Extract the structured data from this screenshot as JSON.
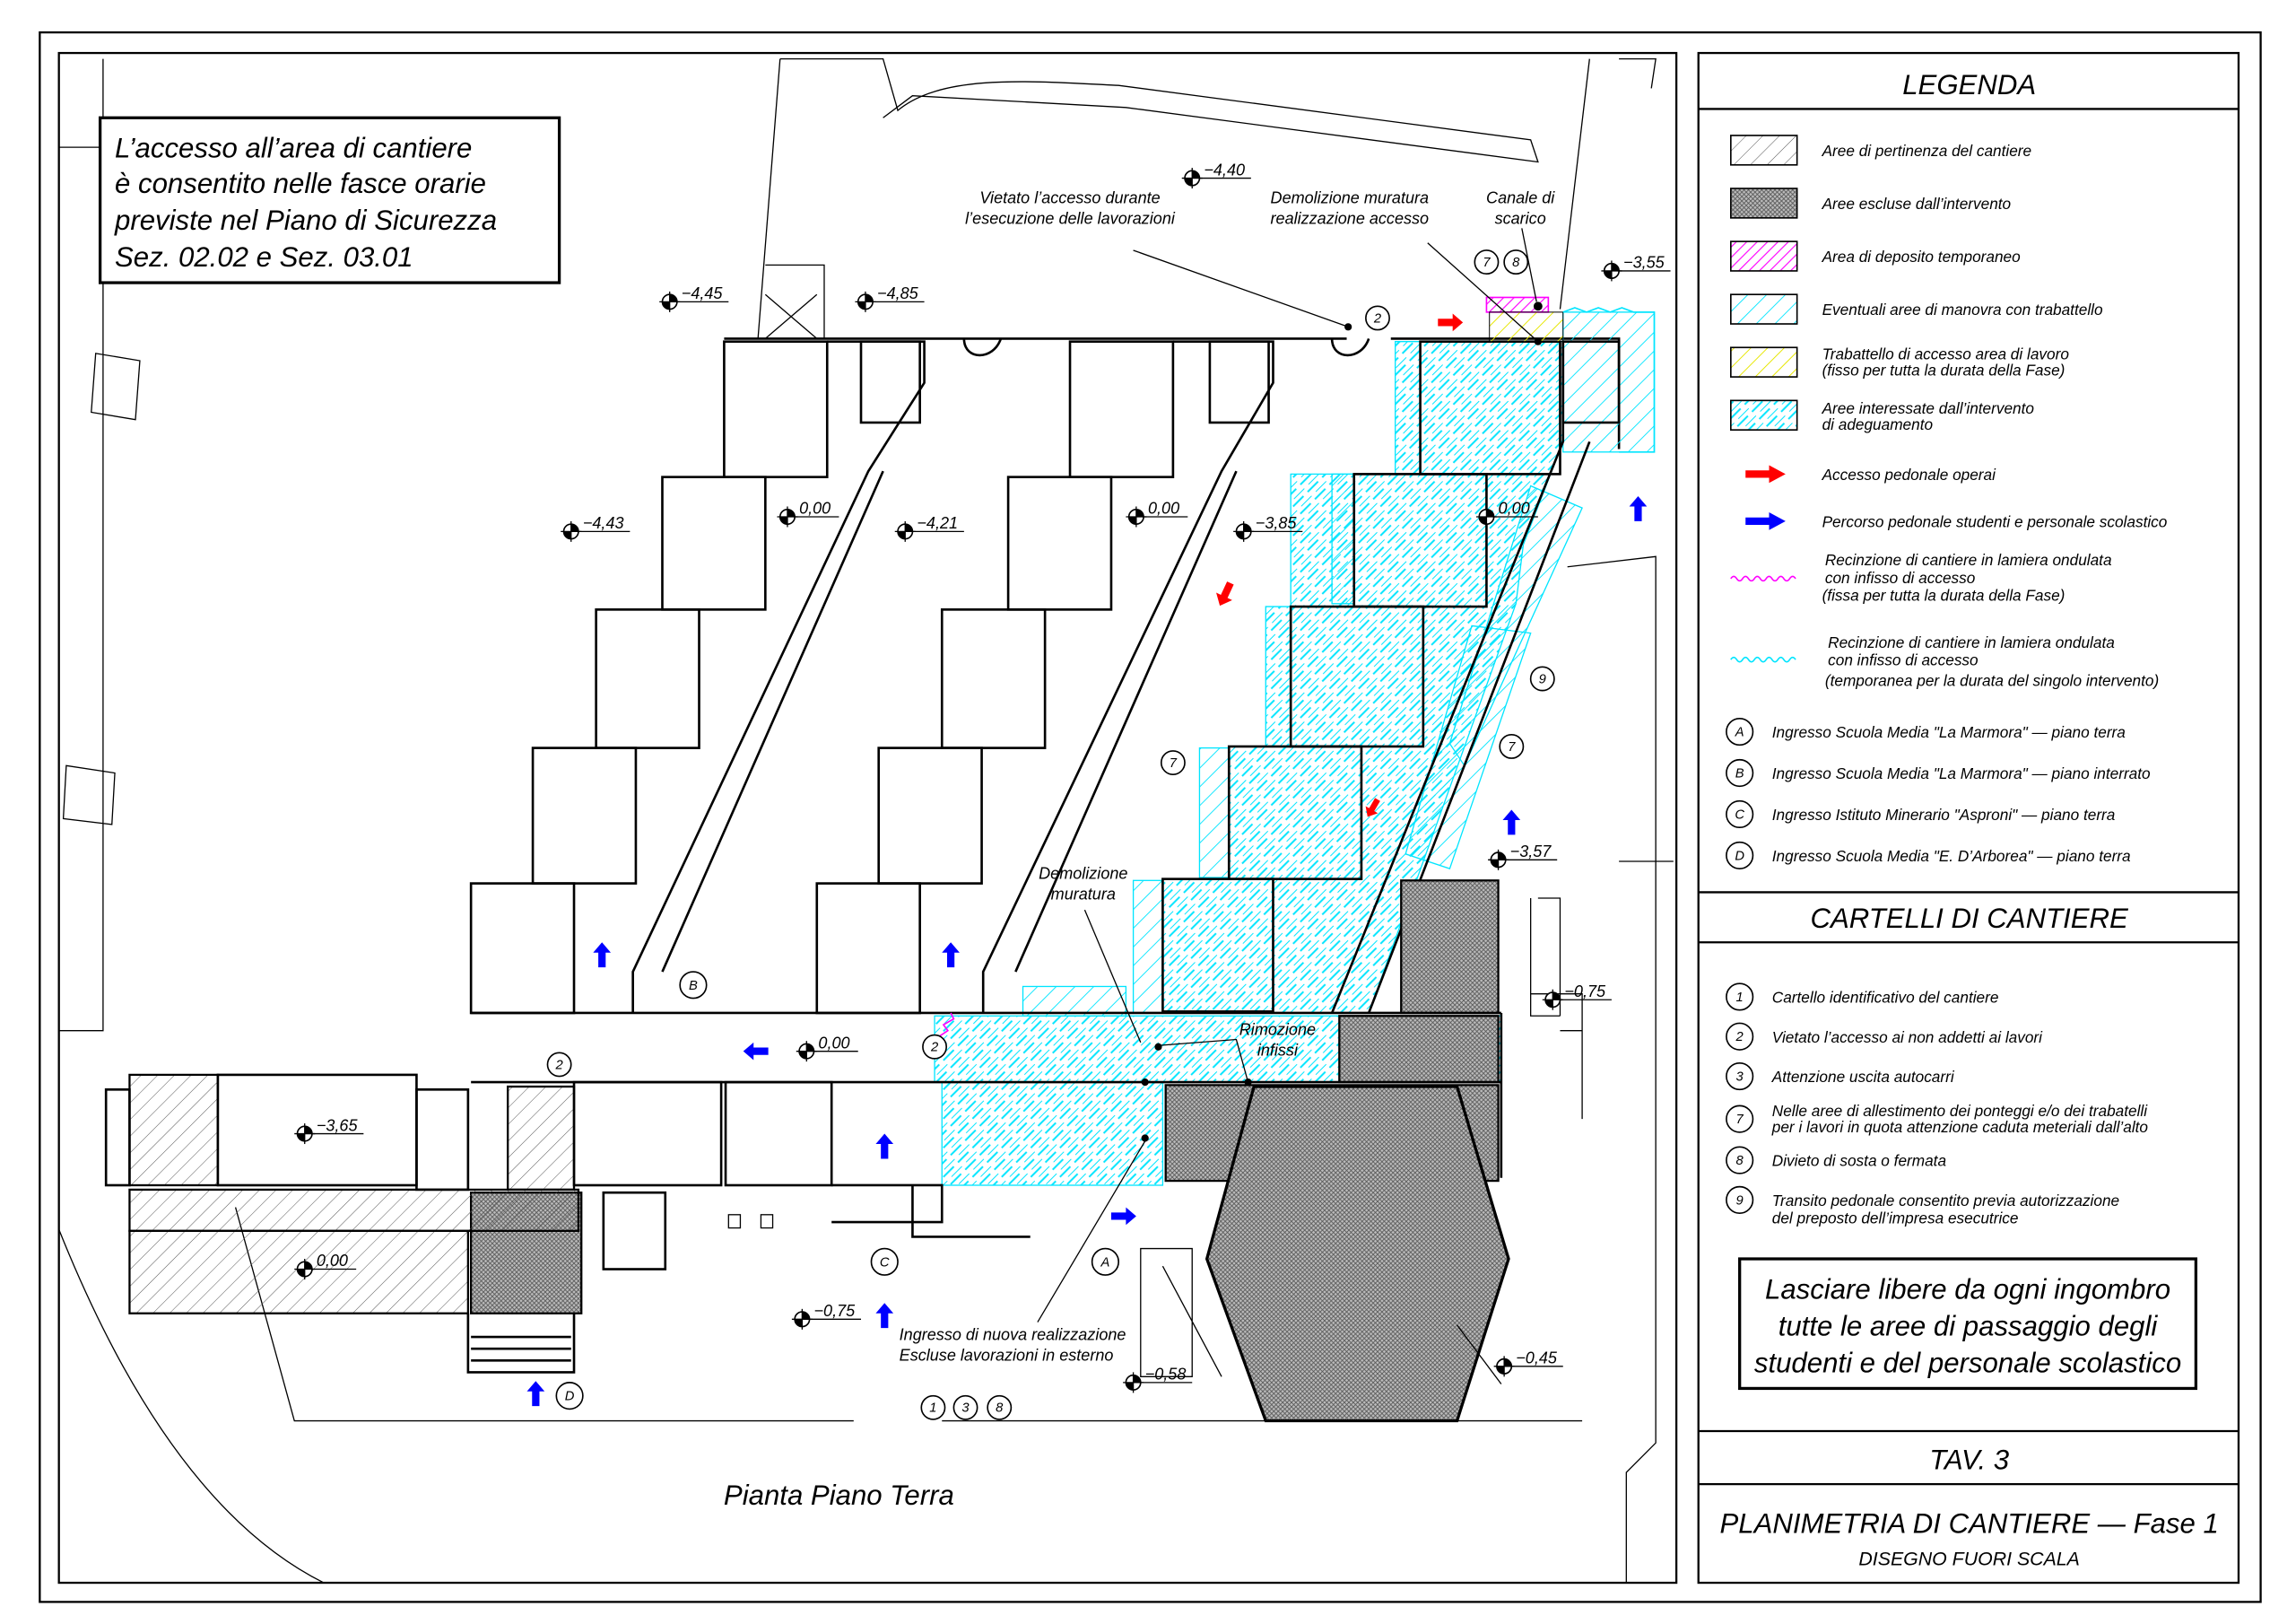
{
  "notice_top_left": {
    "lines": [
      "L’accesso all’area di cantiere",
      "è consentito nelle fasce orarie",
      "previste nel Piano di Sicurezza",
      "Sez. 02.02 e Sez. 03.01"
    ]
  },
  "plan": {
    "title": "Pianta Piano Terra",
    "annotations": {
      "vietato": [
        "Vietato l’accesso durante",
        "l’esecuzione delle lavorazioni"
      ],
      "demolizione_accesso": [
        "Demolizione muratura",
        "realizzazione accesso"
      ],
      "canale": [
        "Canale di",
        "scarico"
      ],
      "demolizione": [
        "Demolizione",
        "muratura"
      ],
      "rimozione": [
        "Rimozione",
        "infissi"
      ],
      "ingresso_nuovo": [
        "Ingresso di nuova realizzazione",
        "Escluse lavorazioni in esterno"
      ]
    },
    "elevations": [
      "−4,40",
      "−4,45",
      "−4,85",
      "−3,55",
      "−4,43",
      "−4,21",
      "0,00",
      "0,00",
      "−3,85",
      "0,00",
      "−3,57",
      "−0,75",
      "0,00",
      "−3,65",
      "0,00",
      "−0,75",
      "−0,58",
      "−0,45"
    ],
    "markers": [
      "2",
      "7",
      "8",
      "7",
      "9",
      "7",
      "B",
      "2",
      "2",
      "C",
      "A",
      "D",
      "1",
      "3",
      "8"
    ]
  },
  "legend": {
    "title": "LEGENDA",
    "items": [
      {
        "label": [
          "Aree di pertinenza del cantiere"
        ],
        "swatch": "hatch-gray"
      },
      {
        "label": [
          "Aree escluse dall’intervento"
        ],
        "swatch": "crosshatch"
      },
      {
        "label": [
          "Area di deposito temporaneo"
        ],
        "swatch": "hatch-magenta"
      },
      {
        "label": [
          "Eventuali aree di manovra con trabattello"
        ],
        "swatch": "hatch-cyan"
      },
      {
        "label": [
          "Trabattello di accesso area di lavoro",
          "(fisso per tutta la durata della Fase)"
        ],
        "swatch": "hatch-yellow"
      },
      {
        "label": [
          "Aree interessate dall’intervento",
          "di adeguamento"
        ],
        "swatch": "hatch-cyan-dashed"
      },
      {
        "label": [
          "Accesso pedonale operai"
        ],
        "swatch": "arrow-red"
      },
      {
        "label": [
          "Percorso pedonale studenti e personale scolastico"
        ],
        "swatch": "arrow-blue"
      },
      {
        "label": [
          "Recinzione di cantiere in lamiera ondulata",
          "con infisso di accesso",
          "(fissa per tutta la durata della Fase)"
        ],
        "swatch": "wave-magenta"
      },
      {
        "label": [
          "Recinzione di cantiere in lamiera ondulata",
          "con infisso di accesso",
          "(temporanea per la durata del singolo intervento)"
        ],
        "swatch": "wave-cyan"
      }
    ],
    "entrances": [
      {
        "key": "A",
        "label": "Ingresso Scuola Media \"La Marmora\" — piano terra"
      },
      {
        "key": "B",
        "label": "Ingresso Scuola Media \"La Marmora\" — piano interrato"
      },
      {
        "key": "C",
        "label": "Ingresso Istituto Minerario \"Asproni\" — piano terra"
      },
      {
        "key": "D",
        "label": "Ingresso Scuola Media \"E. D’Arborea\" — piano terra"
      }
    ]
  },
  "cartelli": {
    "title": "CARTELLI DI CANTIERE",
    "items": [
      {
        "key": "1",
        "label": [
          "Cartello identificativo del cantiere"
        ]
      },
      {
        "key": "2",
        "label": [
          "Vietato l’accesso ai non addetti ai lavori"
        ]
      },
      {
        "key": "3",
        "label": [
          "Attenzione uscita autocarri"
        ]
      },
      {
        "key": "7",
        "label": [
          "Nelle aree di allestimento dei ponteggi e/o dei trabatelli",
          "per i lavori in quota attenzione caduta meteriali dall’alto"
        ]
      },
      {
        "key": "8",
        "label": [
          "Divieto di sosta o fermata"
        ]
      },
      {
        "key": "9",
        "label": [
          "Transito pedonale consentito previa autorizzazione",
          "del preposto dell’impresa esecutrice"
        ]
      }
    ]
  },
  "notice_bottom": {
    "lines": [
      "Lasciare libere da ogni ingombro",
      "tutte le aree di passaggio degli",
      "studenti e del personale scolastico"
    ]
  },
  "title_block": {
    "sheet": "TAV. 3",
    "title": "PLANIMETRIA DI CANTIERE — Fase 1",
    "subtitle": "DISEGNO FUORI SCALA"
  },
  "colors": {
    "cyan": "#00e5ff",
    "magenta": "#ff00ff",
    "yellow": "#ffff00",
    "red": "#ff0000",
    "blue": "#0000ff"
  }
}
